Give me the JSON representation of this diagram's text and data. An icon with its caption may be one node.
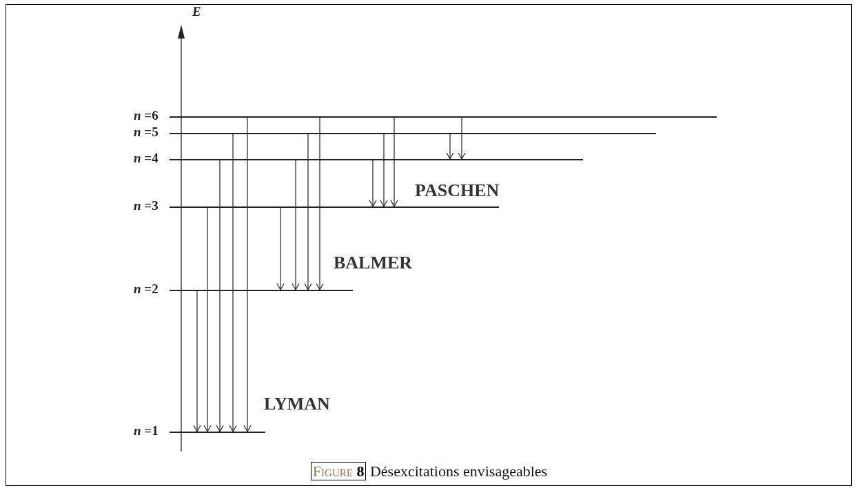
{
  "diagram": {
    "caption": "Figure 8 Désexcitations envisageables",
    "nodes": [
      {
        "text": [
          "*n* =6"
        ]
      },
      {
        "text": [
          "*n* =5"
        ]
      },
      {
        "text": [
          "*n* =4"
        ]
      },
      {
        "text": [
          "*n* =3"
        ]
      },
      {
        "text": [
          "*n* =2"
        ]
      },
      {
        "text": [
          "*n* =1"
        ]
      }
    ],
    "edges": [
      {
        "from": 4,
        "to": 5,
        "arrow": "to"
      },
      {
        "from": 3,
        "to": 5,
        "arrow": "to"
      },
      {
        "from": 2,
        "to": 5,
        "arrow": "to"
      },
      {
        "from": 1,
        "to": 5,
        "arrow": "to"
      },
      {
        "from": 0,
        "to": 5,
        "arrow": "to"
      },
      {
        "from": 3,
        "to": 4,
        "arrow": "to"
      },
      {
        "from": 2,
        "to": 4,
        "arrow": "to"
      },
      {
        "from": 1,
        "to": 4,
        "arrow": "to"
      },
      {
        "from": 0,
        "to": 4,
        "arrow": "to"
      },
      {
        "from": 2,
        "to": 3,
        "arrow": "to"
      },
      {
        "from": 1,
        "to": 3,
        "arrow": "to"
      },
      {
        "from": 0,
        "to": 3,
        "arrow": "to"
      },
      {
        "from": 1,
        "to": 2,
        "arrow": "to"
      },
      {
        "from": 0,
        "to": 2,
        "arrow": "to"
      }
    ],
    "labels": [
      "*E*",
      "PASCHEN",
      "BALMER",
      "LYMAN"
    ]
  }
}
